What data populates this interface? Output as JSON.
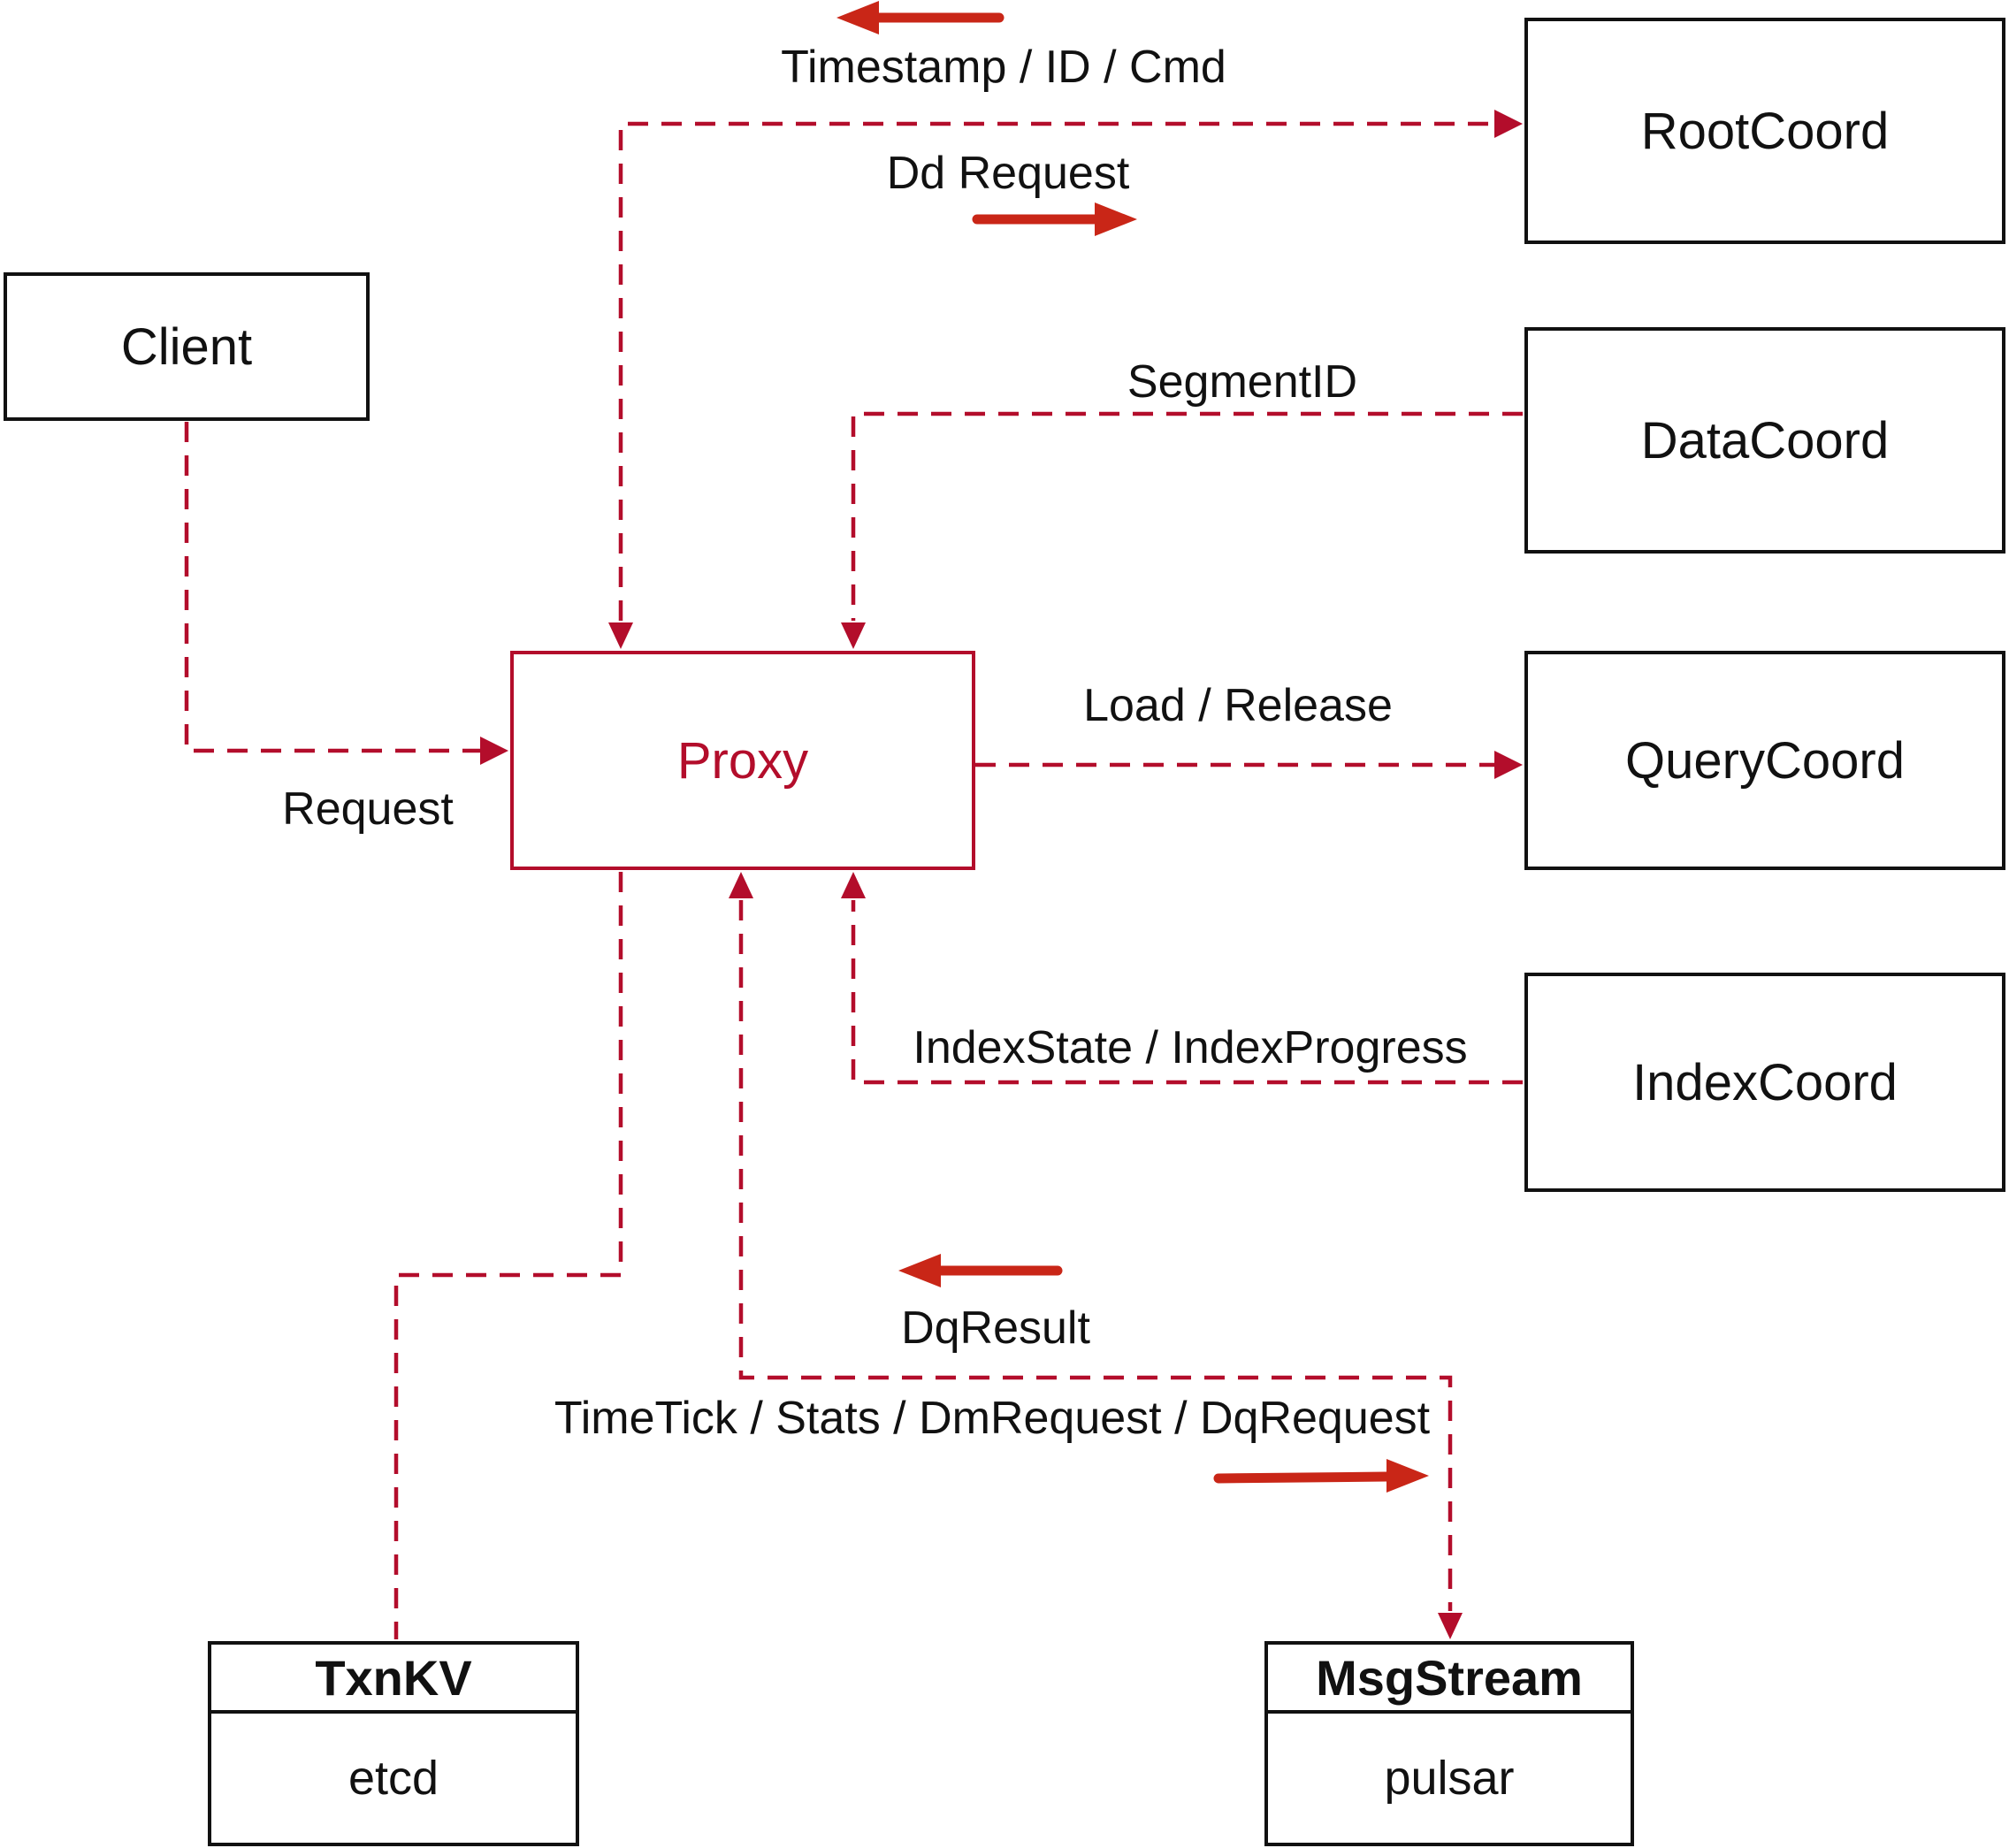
{
  "colors": {
    "edge_red": "#b30d2b",
    "arrow_red": "#c92617",
    "box_black": "#111111",
    "text_black": "#111111",
    "bg": "#ffffff"
  },
  "nodes": {
    "client": {
      "label": "Client"
    },
    "proxy": {
      "label": "Proxy"
    },
    "rootcoord": {
      "label": "RootCoord"
    },
    "datacoord": {
      "label": "DataCoord"
    },
    "querycoord": {
      "label": "QueryCoord"
    },
    "indexcoord": {
      "label": "IndexCoord"
    },
    "txnkv": {
      "title": "TxnKV",
      "impl": "etcd"
    },
    "msgstream": {
      "title": "MsgStream",
      "impl": "pulsar"
    }
  },
  "edges": [
    {
      "from": "Client",
      "to": "Proxy",
      "label": "Request",
      "style": "dashed",
      "arrows": "into Proxy"
    },
    {
      "from": "Proxy",
      "to": "RootCoord",
      "label": "Dd Request",
      "label_back": "Timestamp / ID / Cmd",
      "style": "dashed",
      "arrows": "both ends"
    },
    {
      "from": "DataCoord",
      "to": "Proxy",
      "label": "SegmentID",
      "style": "dashed",
      "arrows": "into Proxy"
    },
    {
      "from": "Proxy",
      "to": "QueryCoord",
      "label": "Load / Release",
      "style": "dashed",
      "arrows": "into QueryCoord"
    },
    {
      "from": "IndexCoord",
      "to": "Proxy",
      "label": "IndexState / IndexProgress",
      "style": "dashed",
      "arrows": "into Proxy"
    },
    {
      "from": "Proxy",
      "to": "TxnKV",
      "style": "dashed",
      "arrows": "none"
    },
    {
      "from": "Proxy",
      "to": "MsgStream",
      "label": "TimeTick / Stats / DmRequest / DqRequest",
      "label_back": "DqResult",
      "style": "dashed",
      "arrows": "both ends"
    }
  ]
}
